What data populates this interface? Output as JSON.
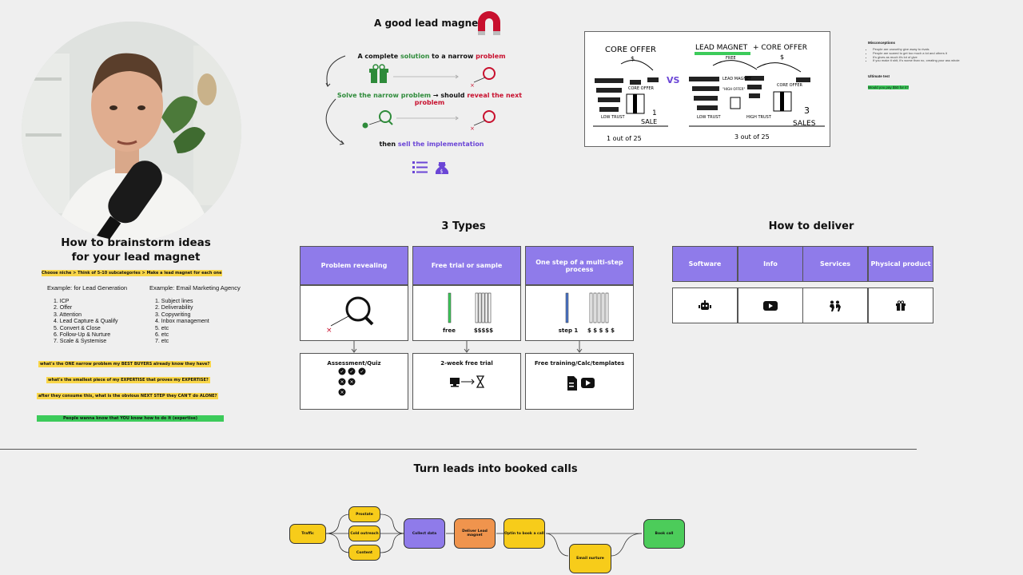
{
  "lead_magnet": {
    "title": "A good lead magnet",
    "line1_a": "A complete ",
    "line1_b": "solution",
    "line1_c": " to a narrow ",
    "line1_d": "problem",
    "line2_a": "Solve the narrow problem",
    "line2_b": " → should ",
    "line2_c": "reveal the next problem",
    "line3_a": "then ",
    "line3_b": "sell the implementation"
  },
  "comparison": {
    "left_caption": "1 out of 25",
    "right_caption": "3 out of 25",
    "vs": "VS",
    "left_title": "CORE OFFER",
    "right_title_a": "LEAD MAGNET",
    "right_title_b": "+ CORE OFFER",
    "free": "FREE",
    "low_trust": "LOW TRUST",
    "high_trust": "HIGH TRUST",
    "sale": "SALE",
    "sales": "SALES",
    "one": "1",
    "three": "3",
    "core_offer_small": "CORE OFFER",
    "lead_magnet_small": "LEAD MAGNET",
    "high_offer": "\"HIGH OFFER\""
  },
  "notes": {
    "misconceptions_title": "Misconceptions",
    "bullets": [
      "People are unworthy give away to rivals",
      "People are scared to get too much a lot and others it",
      "It's gives as much it's lot of give",
      "If you make it shit, it's worse than no, creating your ass whole"
    ],
    "ultimate_test_title": "Ultimate test",
    "ultimate_test_value": "Would you pay $50 for it?"
  },
  "brainstorm": {
    "title_line1": "How to brainstorm ideas",
    "title_line2": "for your lead magnet",
    "instruction": "Choose niche > Think of 5-10 subcategories > Make a lead magnet for each one",
    "ex1_title": "Example: for Lead Generation",
    "ex1_items": [
      "1. ICP",
      "2. Offer",
      "3. Attention",
      "4. Lead Capture & Qualify",
      "5. Convert & Close",
      "6. Follow-Up & Nurture",
      "7. Scale & Systemise"
    ],
    "ex2_title": "Example: Email Marketing Agency",
    "ex2_items": [
      "1. Subject lines",
      "2. Deliverability",
      "3. Copywriting",
      "4. Inbox management",
      "5. etc",
      "6. etc",
      "7. etc"
    ],
    "q1": "what's the ONE narrow problem my BEST BUYERS already know they have?",
    "q2": "what's the smallest piece of my EXPERTISE that proves my EXPERTISE?",
    "q3": "after they consume this, what is the obvious NEXT STEP they CAN'T do ALONE?",
    "q4": "People wanna know that YOU know how to do it (expertise)"
  },
  "types": {
    "title": "3 Types",
    "col1_head": "Problem revealing",
    "col2_head": "Free trial or sample",
    "col3_head": "One step of a multi-step process",
    "col2_free": "free",
    "col2_paid": "$$$$$",
    "col3_step": "step 1",
    "col3_paid": "$ $ $ $ $",
    "col1_bottom": "Assessment/Quiz",
    "col2_bottom": "2-week free trial",
    "col3_bottom": "Free training/Calc/templates"
  },
  "deliver": {
    "title": "How to deliver",
    "heads": [
      "Software",
      "Info",
      "Services",
      "Physical product"
    ],
    "icons": [
      "robot-icon",
      "youtube-icon",
      "people-icon",
      "gift-icon"
    ]
  },
  "flow": {
    "title": "Turn leads into booked calls",
    "traffic": "Traffic",
    "prostate": "Prostate",
    "cold_outreach": "Cold outreach",
    "content": "Content",
    "collect_data": "Collect data",
    "deliver": "Deliver Lead magnet",
    "optin": "Optin to book a call",
    "email_nurture": "Email nurture",
    "book_call": "Book call"
  },
  "colors": {
    "background": "#efefef",
    "accent_purple": "#8f7bea",
    "highlight_yellow": "#f9d648",
    "highlight_green": "#3ccb5a",
    "node_orange": "#f0944d",
    "node_green": "#4ccc5a",
    "magnet_red": "#c8102e"
  }
}
